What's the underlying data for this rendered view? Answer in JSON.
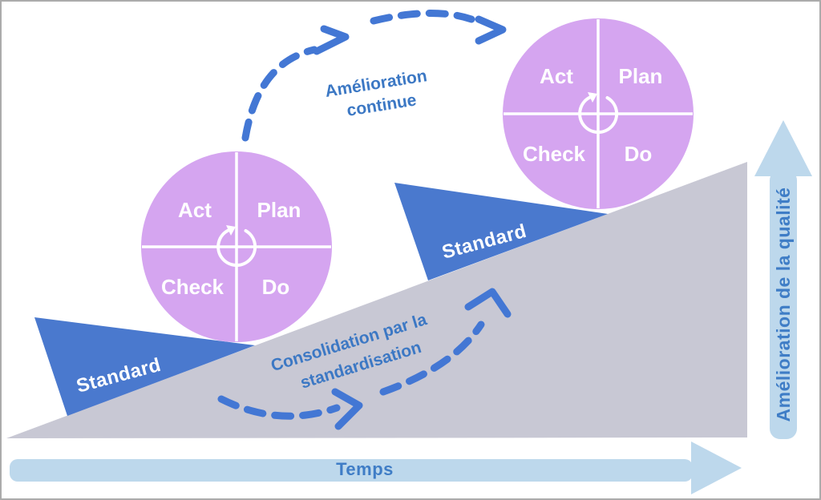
{
  "wheels": [
    {
      "top_left": "Act",
      "top_right": "Plan",
      "bottom_left": "Check",
      "bottom_right": "Do"
    },
    {
      "top_left": "Act",
      "top_right": "Plan",
      "bottom_left": "Check",
      "bottom_right": "Do"
    }
  ],
  "wedges": [
    {
      "label": "Standard"
    },
    {
      "label": "Standard"
    }
  ],
  "annotations": {
    "continuous_improvement_line1": "Amélioration",
    "continuous_improvement_line2": "continue",
    "consolidation_line1": "Consolidation par la",
    "consolidation_line2": "standardisation"
  },
  "axes": {
    "x_label": "Temps",
    "y_label": "Amélioration de la qualité"
  },
  "icons": {
    "wheel_center_icon": "rotate-clockwise-arrow"
  },
  "colors": {
    "background": "#ffffff",
    "border": "#ababab",
    "wheel_purple": "#d5a5f0",
    "wheel_divider": "#ffffff",
    "wheel_text": "#ffffff",
    "wedge_blue": "#4a79ce",
    "wedge_text": "#ffffff",
    "slope_gray": "#c8c8d4",
    "dashed_arrow_blue": "#4377d4",
    "annotation_text_blue": "#3c78c4",
    "axis_arrow_light_blue": "#bdd8ec",
    "axis_text_blue": "#3f7dc6"
  }
}
